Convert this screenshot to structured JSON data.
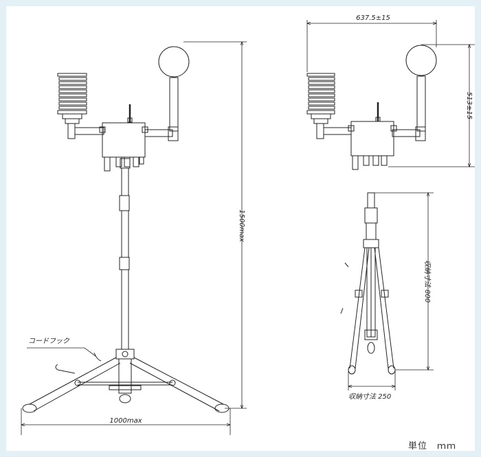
{
  "labels": {
    "cord_hook": "コードフック",
    "height_max": "1500max",
    "width_max": "1000max",
    "arm_width": "637.5±15",
    "arm_height": "513±15",
    "stowed_height": "収納寸法 800",
    "stowed_width": "収納寸法 250",
    "unit": "単位　ｍｍ"
  }
}
